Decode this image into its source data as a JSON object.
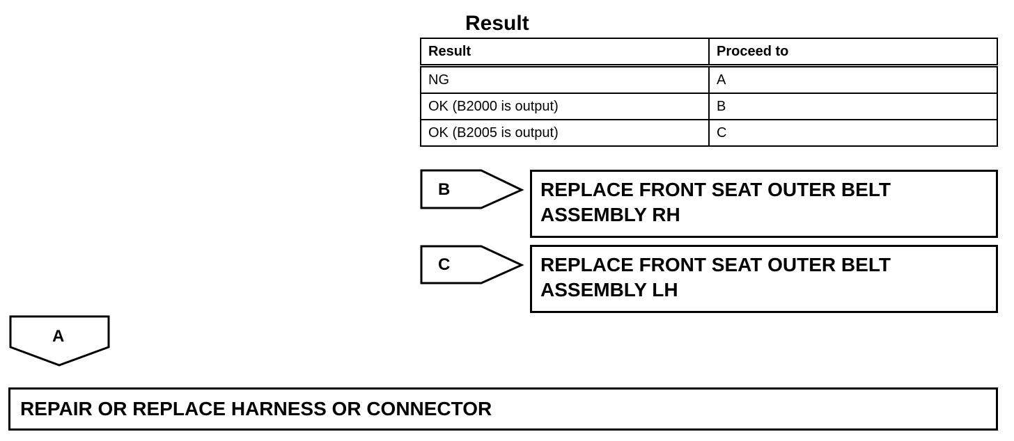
{
  "result_section": {
    "title": "Result",
    "table": {
      "headers": [
        "Result",
        "Proceed to"
      ],
      "rows": [
        [
          "NG",
          "A"
        ],
        [
          "OK (B2000 is output)",
          "B"
        ],
        [
          "OK (B2005 is output)",
          "C"
        ]
      ]
    }
  },
  "branches": {
    "b": {
      "label": "B",
      "action": "REPLACE FRONT SEAT OUTER BELT ASSEMBLY RH"
    },
    "c": {
      "label": "C",
      "action": "REPLACE FRONT SEAT OUTER BELT ASSEMBLY LH"
    },
    "a": {
      "label": "A",
      "action": "REPAIR OR REPLACE HARNESS OR CONNECTOR"
    }
  }
}
